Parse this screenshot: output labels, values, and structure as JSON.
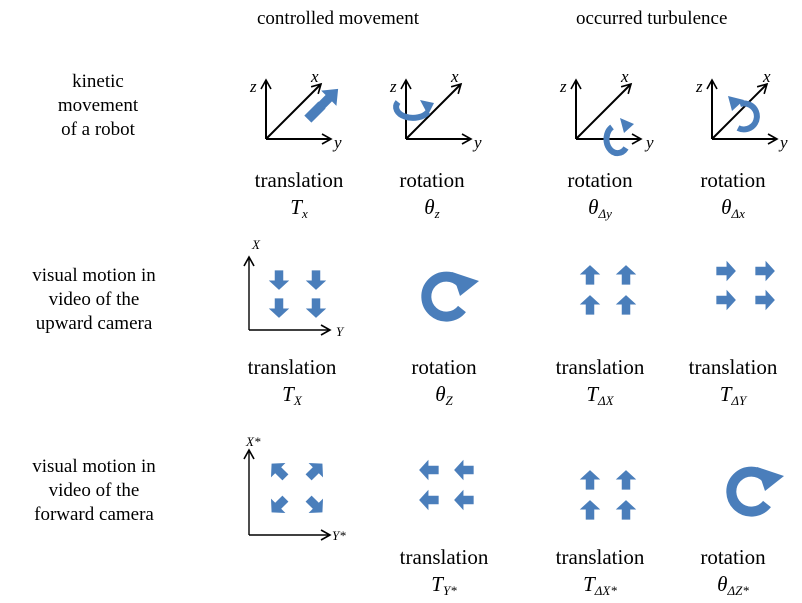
{
  "headers": {
    "controlled": "controlled movement",
    "turbulence": "occurred turbulence"
  },
  "rows": [
    {
      "label": [
        "kinetic",
        "movement",
        "of a robot"
      ],
      "cells": [
        {
          "name": "translation",
          "sym": "T",
          "sub": "x"
        },
        {
          "name": "rotation",
          "sym": "θ",
          "sub": "z"
        },
        {
          "name": "rotation",
          "sym": "θ",
          "sub": "Δy"
        },
        {
          "name": "rotation",
          "sym": "θ",
          "sub": "Δx"
        }
      ]
    },
    {
      "label": [
        "visual motion in",
        "video of the",
        "upward camera"
      ],
      "cells": [
        {
          "name": "translation",
          "sym": "T",
          "sub": "X"
        },
        {
          "name": "rotation",
          "sym": "θ",
          "sub": "Z"
        },
        {
          "name": "translation",
          "sym": "T",
          "sub": "ΔX"
        },
        {
          "name": "translation",
          "sym": "T",
          "sub": "ΔY"
        }
      ]
    },
    {
      "label": [
        "visual motion in",
        "video of the",
        "forward camera"
      ],
      "cells": [
        {
          "name": "translation",
          "sym": "T",
          "sub": "Y*"
        },
        {
          "name": "translation",
          "sym": "T",
          "sub": "ΔX*"
        },
        {
          "name": "rotation",
          "sym": "θ",
          "sub": "ΔZ*"
        }
      ]
    }
  ],
  "axes": {
    "robot": {
      "z": "z",
      "x": "x",
      "y": "y"
    },
    "upward": {
      "X": "X",
      "Y": "Y"
    },
    "forward": {
      "X": "X*",
      "Y": "Y*"
    }
  },
  "colors": {
    "accent": "#4a7ebb",
    "line": "#000000"
  }
}
